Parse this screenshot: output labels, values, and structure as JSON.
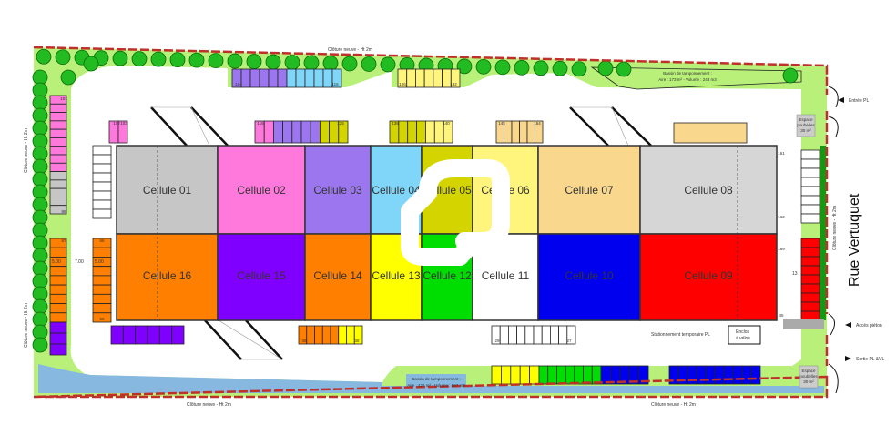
{
  "street": "Rue Vertuquet",
  "cells": [
    {
      "label": "Cellule 01",
      "color": "#c6c6c6"
    },
    {
      "label": "Cellule 02",
      "color": "#ff78dc"
    },
    {
      "label": "Cellule 03",
      "color": "#9b76ee"
    },
    {
      "label": "Cellule 04",
      "color": "#80d6f8"
    },
    {
      "label": "Cellule 05",
      "color": "#d4d400"
    },
    {
      "label": "Cellule 06",
      "color": "#fff47c"
    },
    {
      "label": "Cellule 07",
      "color": "#f9d88e"
    },
    {
      "label": "Cellule 08",
      "color": "#d6d6d6"
    },
    {
      "label": "Cellule 16",
      "color": "#ff7f00"
    },
    {
      "label": "Cellule 15",
      "color": "#7f00ff"
    },
    {
      "label": "Cellule 14",
      "color": "#ff7f00"
    },
    {
      "label": "Cellule 13",
      "color": "#ffff00"
    },
    {
      "label": "Cellule 12",
      "color": "#00dd00"
    },
    {
      "label": "Cellule 11",
      "color": "#ffffff"
    },
    {
      "label": "Cellule 10",
      "color": "#0000ee"
    },
    {
      "label": "Cellule 09",
      "color": "#ff0000"
    }
  ],
  "annotations": {
    "fence_top": "Clôture neuve - Ht 2m",
    "fence_bottom_left": "Clôture neuve - Ht 2m",
    "fence_bottom_right": "Clôture neuve - Ht 2m",
    "fence_left_top": "Clôture neuve - Ht 2m",
    "fence_left_bottom": "Clôture neuve - Ht 2m",
    "fence_right": "Clôture neuve - Ht 2m",
    "basin_top_title": "Bassin de tamponnement :",
    "basin_top_detail": "Aire : 173 m² - Volume : 243 m3",
    "basin_bottom_title": "Bassin de tamponnement :",
    "basin_bottom_detail": "Aire : 426 m² - Volume : 597 m3",
    "entry_pl": "Entrée PL",
    "pedestrian_access": "Accès piéton",
    "exit": "Sortie PL &VL",
    "bins_top": [
      "Espace",
      "poubelles",
      "30 m²"
    ],
    "bins_bottom": [
      "Espace",
      "poubelles",
      "30 m²"
    ],
    "temp_parking": "Stationnement temporaire PL",
    "bike_enclosure": [
      "Enclos",
      "à vélos"
    ],
    "dimension_width": "7.00",
    "dimension_stall_left": "5.00",
    "dimension_stall_right": "5.00",
    "dimension_right": "13"
  },
  "stall_numbers": [
    "101",
    "86",
    "87",
    "66",
    "58",
    "102",
    "103",
    "104",
    "115",
    "116",
    "125",
    "126",
    "132",
    "136",
    "140",
    "145",
    "154",
    "161",
    "162",
    "169",
    "45",
    "39",
    "38",
    "29",
    "27"
  ],
  "colors": {
    "fence": "#c0302a",
    "landscape": "#b8f07a",
    "tree": "#22bb22",
    "hedge": "#129a12",
    "basin": "#86b8e0",
    "outline": "#222222"
  }
}
